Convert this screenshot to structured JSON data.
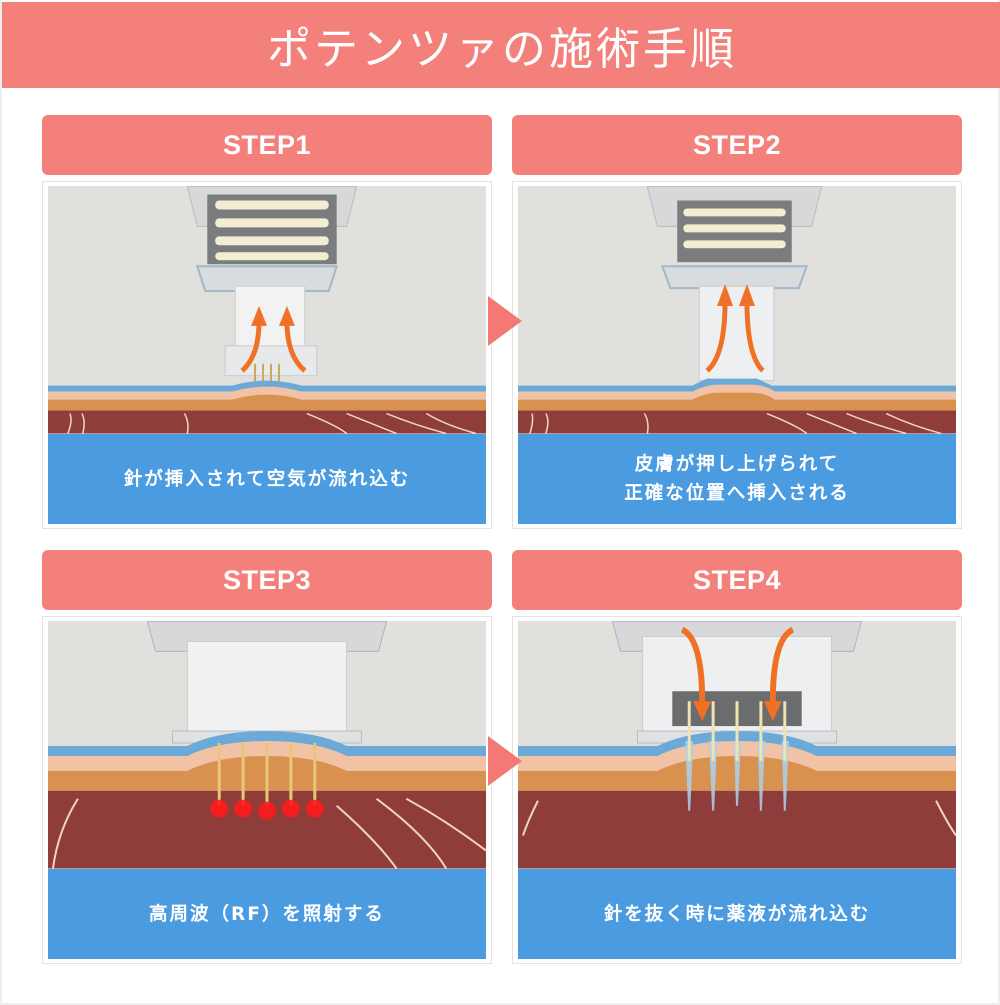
{
  "page": {
    "title": "ポテンツァの施術手順"
  },
  "colors": {
    "banner": "#F4807B",
    "step_header": "#F4807B",
    "caption_bg": "#4A9BE0",
    "arrow": "#F47874",
    "flow_arrow": "#F07025"
  },
  "steps": [
    {
      "label": "STEP1",
      "caption_lines": [
        "針が挿入されて空気が流れ込む"
      ],
      "illustration": "needle-insertion-air-inflow"
    },
    {
      "label": "STEP2",
      "caption_lines": [
        "皮膚が押し上げられて",
        "正確な位置へ挿入される"
      ],
      "illustration": "skin-lifted-needle-positioned"
    },
    {
      "label": "STEP3",
      "caption_lines": [
        "高周波（RF）を照射する"
      ],
      "illustration": "radio-frequency-emission"
    },
    {
      "label": "STEP4",
      "caption_lines": [
        "針を抜く時に薬液が流れ込む"
      ],
      "illustration": "medication-inflow-on-withdrawal"
    }
  ],
  "arrows": [
    {
      "from": "STEP1",
      "to": "STEP2",
      "icon": "triangle-right-icon"
    },
    {
      "from": "STEP3",
      "to": "STEP4",
      "icon": "triangle-right-icon"
    }
  ]
}
